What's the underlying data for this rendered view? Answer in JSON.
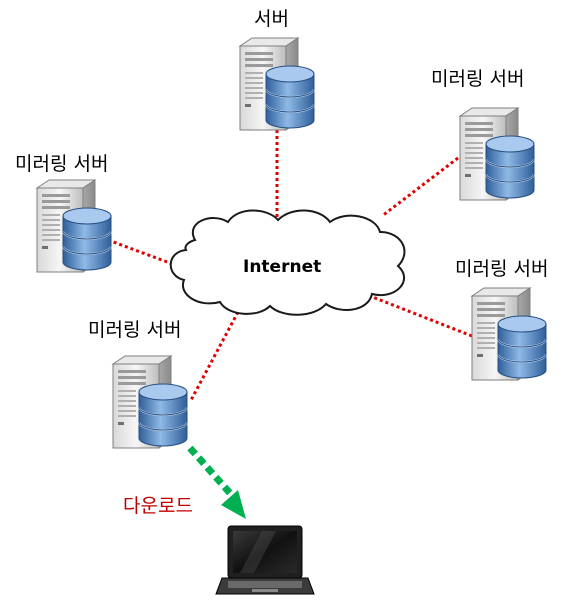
{
  "labels": {
    "server": "서버",
    "mirror_top_right": "미러링 서버",
    "mirror_left": "미러링 서버",
    "mirror_right": "미러링 서버",
    "mirror_bottom_left": "미러링 서버",
    "internet": "Internet",
    "download": "다운로드"
  },
  "icons": {
    "server": "server-with-database-icon",
    "cloud": "cloud-icon",
    "client": "laptop-icon",
    "download_arrow": "dashed-arrow-icon"
  },
  "colors": {
    "connection_line": "#e00000",
    "download_arrow": "#00b050",
    "download_label": "#c00000",
    "database": "#5b8fcf"
  }
}
